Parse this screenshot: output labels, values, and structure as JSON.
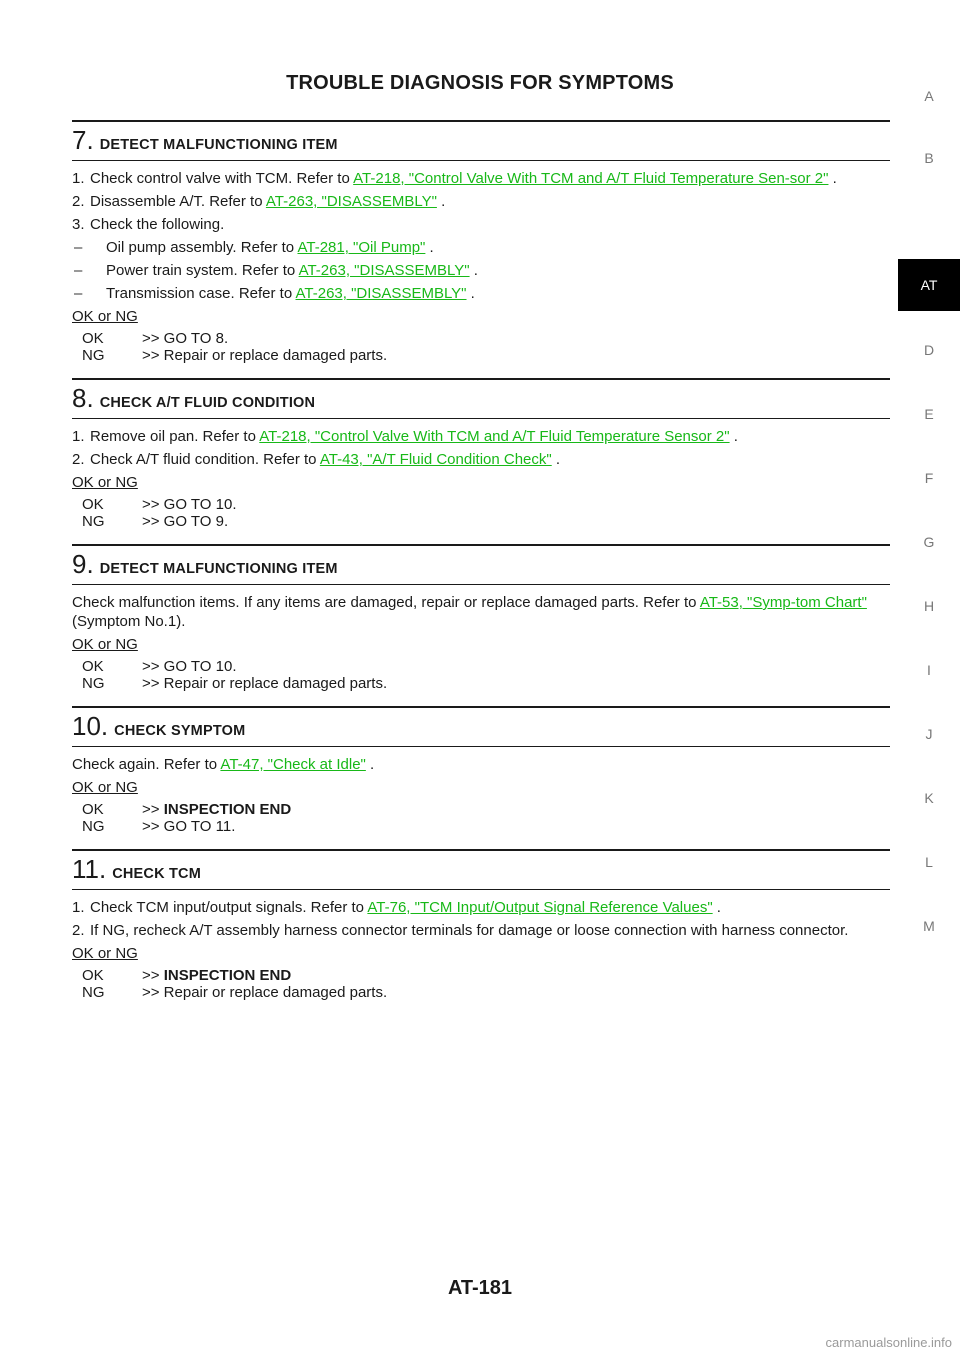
{
  "header": {
    "title": "TROUBLE DIAGNOSIS FOR SYMPTOMS"
  },
  "footer": {
    "page": "AT-181"
  },
  "watermark": "carmanualsonline.info",
  "side_index": [
    "A",
    "B",
    "AT",
    "D",
    "E",
    "F",
    "G",
    "H",
    "I",
    "J",
    "K",
    "L",
    "M"
  ],
  "ok_ng_label": "OK or NG",
  "steps": {
    "s7": {
      "num": "7.",
      "title": "DETECT MALFUNCTIONING ITEM",
      "i1": {
        "n": "1.",
        "text": "Check control valve with TCM. Refer to ",
        "link": "AT-218, \"Control Valve With TCM and A/T Fluid Temperature Sen-sor 2\"",
        "tail": " ."
      },
      "i2": {
        "n": "2.",
        "text": "Disassemble A/T. Refer to ",
        "link": "AT-263, \"DISASSEMBLY\"",
        "tail": " ."
      },
      "i3": {
        "n": "3.",
        "text": "Check the following."
      },
      "d1": {
        "n": "–",
        "text": "Oil pump assembly. Refer to ",
        "link": "AT-281, \"Oil Pump\"",
        "tail": " ."
      },
      "d2": {
        "n": "–",
        "text": "Power train system. Refer to ",
        "link": "AT-263, \"DISASSEMBLY\"",
        "tail": " ."
      },
      "d3": {
        "n": "–",
        "text": "Transmission case. Refer to ",
        "link": "AT-263, \"DISASSEMBLY\"",
        "tail": " ."
      },
      "ok": {
        "k": "OK",
        "v": ">> GO TO 8."
      },
      "ng": {
        "k": "NG",
        "v": ">> Repair or replace damaged parts."
      }
    },
    "s8": {
      "num": "8.",
      "title": "CHECK A/T FLUID CONDITION",
      "i1": {
        "n": "1.",
        "text": "Remove oil pan. Refer to ",
        "link": "AT-218, \"Control Valve With TCM and A/T Fluid Temperature Sensor 2\"",
        "tail": " ."
      },
      "i2": {
        "n": "2.",
        "text": "Check A/T fluid condition. Refer to ",
        "link": "AT-43, \"A/T Fluid Condition Check\"",
        "tail": " ."
      },
      "ok": {
        "k": "OK",
        "v": ">> GO TO 10."
      },
      "ng": {
        "k": "NG",
        "v": ">> GO TO 9."
      }
    },
    "s9": {
      "num": "9.",
      "title": "DETECT MALFUNCTIONING ITEM",
      "text": "Check malfunction items. If any items are damaged, repair or replace damaged parts. Refer to ",
      "link": "AT-53, \"Symp-tom Chart\"",
      "tail": "  (Symptom No.1).",
      "ok": {
        "k": "OK",
        "v": ">> GO TO 10."
      },
      "ng": {
        "k": "NG",
        "v": ">> Repair or replace damaged parts."
      }
    },
    "s10": {
      "num": "10.",
      "title": "CHECK SYMPTOM",
      "text": "Check again. Refer to ",
      "link": "AT-47, \"Check at Idle\"",
      "tail": " .",
      "ok": {
        "k": "OK",
        "p": ">>",
        "v": "INSPECTION END"
      },
      "ng": {
        "k": "NG",
        "v": ">> GO TO 11."
      }
    },
    "s11": {
      "num": "11.",
      "title": "CHECK TCM",
      "i1": {
        "n": "1.",
        "text": "Check TCM input/output signals. Refer to ",
        "link": "AT-76, \"TCM Input/Output Signal Reference Values\"",
        "tail": " ."
      },
      "i2": {
        "n": "2.",
        "text": "If NG, recheck A/T assembly harness connector terminals for damage or loose connection with harness connector."
      },
      "ok": {
        "k": "OK",
        "p": ">>",
        "v": "INSPECTION END"
      },
      "ng": {
        "k": "NG",
        "v": ">> Repair or replace damaged parts."
      }
    }
  }
}
